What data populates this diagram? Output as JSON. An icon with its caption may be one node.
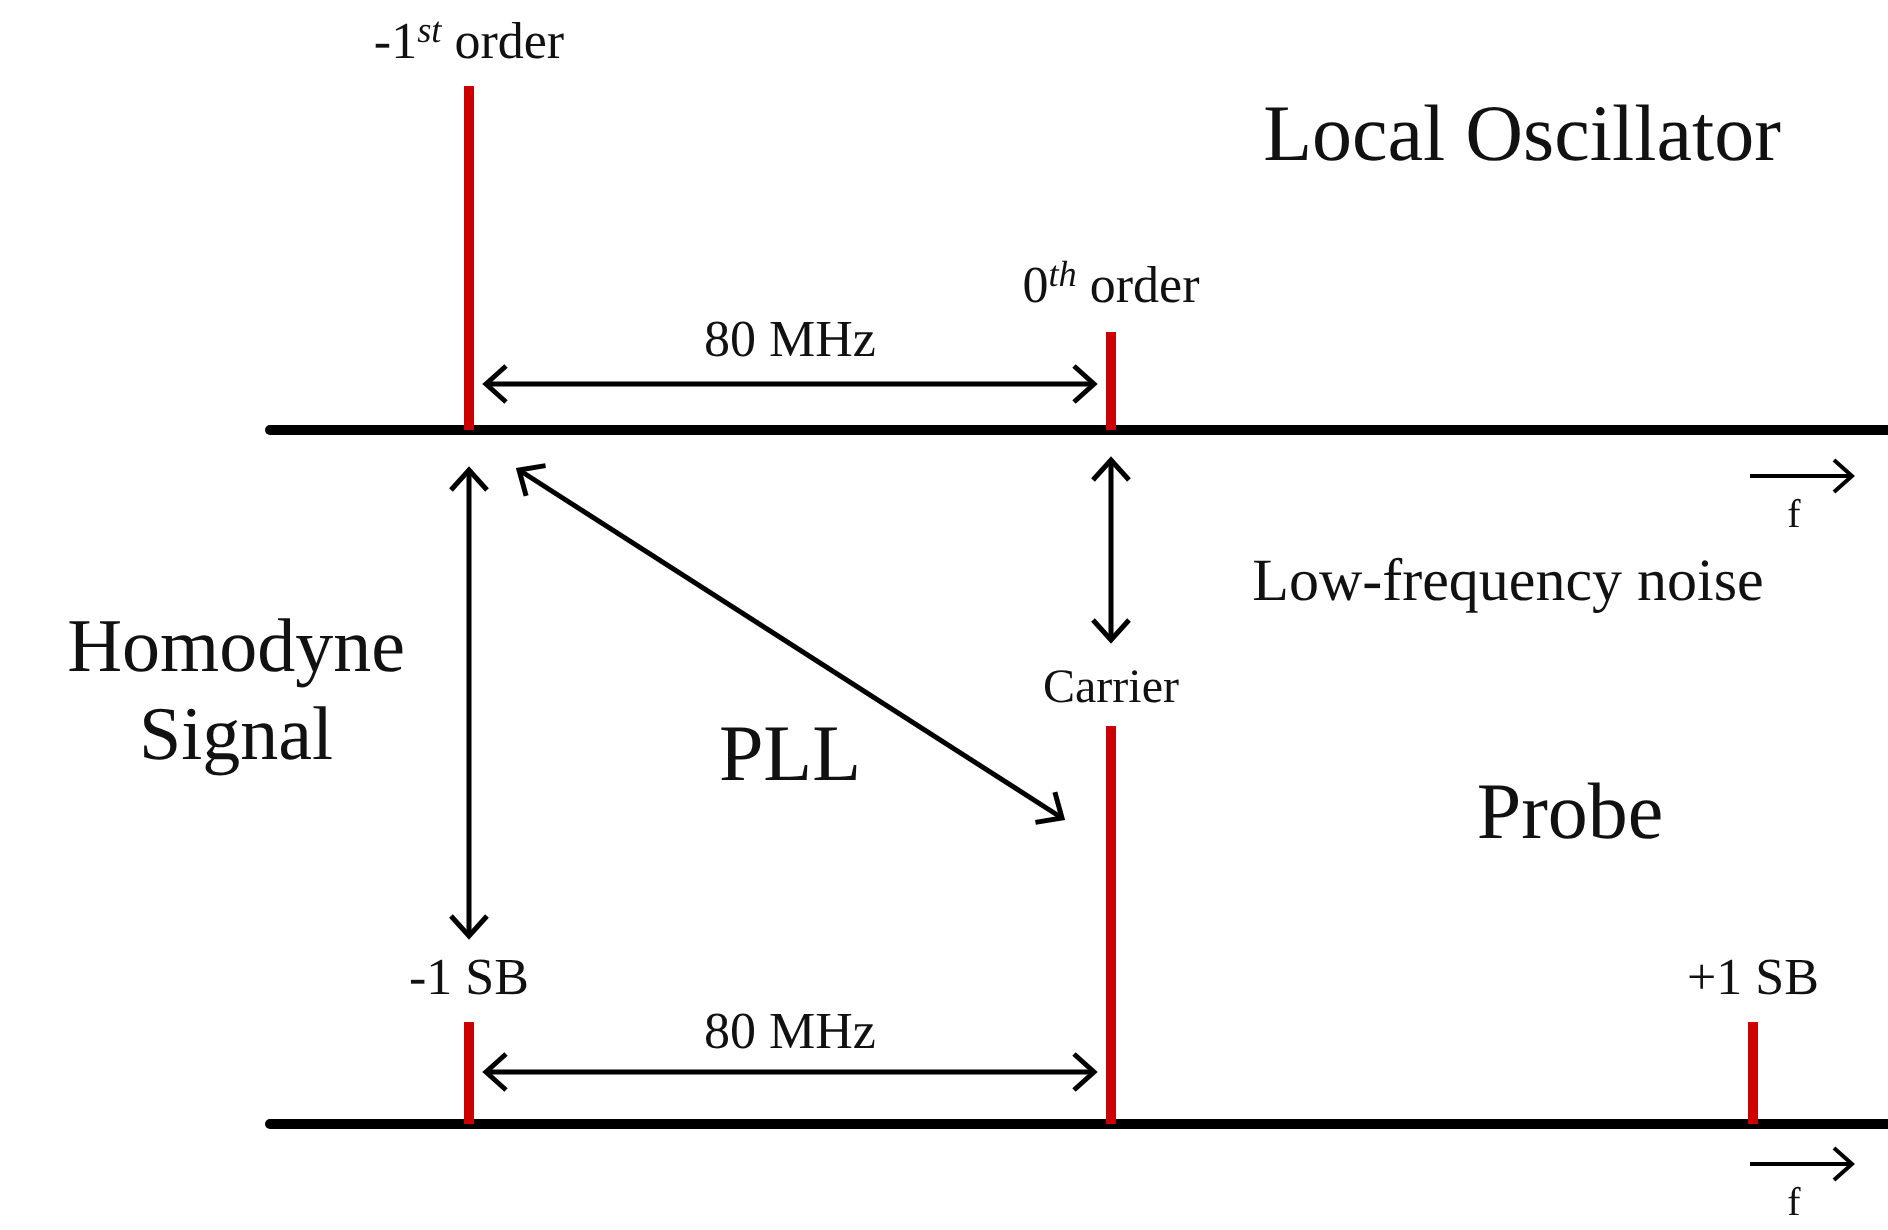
{
  "diagram": {
    "nodes": [
      {
        "text": [
          "-1$^{st}$ order"
        ]
      },
      {
        "text": [
          "0$^{th}$ order"
        ]
      },
      {
        "text": [
          "Carrier"
        ]
      },
      {
        "text": [
          "-1 SB"
        ]
      },
      {
        "text": [
          "+1 SB"
        ]
      }
    ],
    "edges": [
      {
        "from": 0,
        "to": 1,
        "arrow": "both",
        "label": "80 MHz"
      },
      {
        "from": 1,
        "to": 2,
        "arrow": "both",
        "label": "Low-frequency noise"
      },
      {
        "from": 0,
        "to": 3,
        "arrow": "both",
        "label": "Homodyne Signal"
      },
      {
        "from": 0,
        "to": 2,
        "arrow": "both",
        "label": "PLL"
      },
      {
        "from": 3,
        "to": 2,
        "arrow": "both",
        "label": "80 MHz"
      }
    ],
    "labels": [
      "Local Oscillator",
      "Probe",
      "f",
      "f"
    ]
  }
}
